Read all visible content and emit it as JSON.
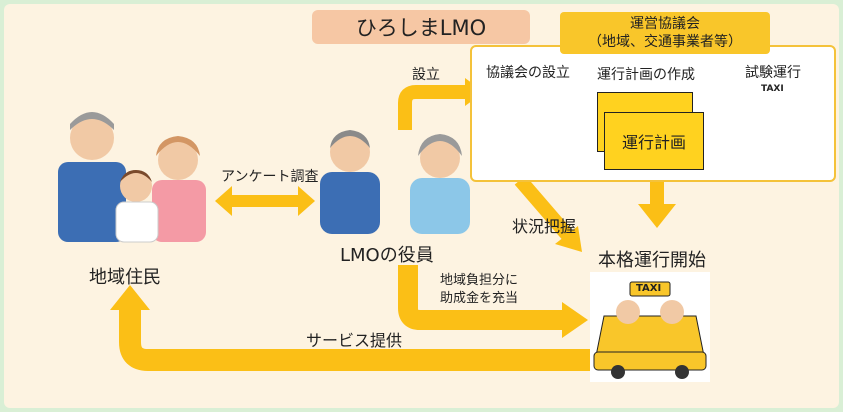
{
  "title": "ひろしまLMO",
  "council": {
    "title": "運営協議会",
    "subtitle": "（地域、交通事業者等）",
    "steps": [
      "協議会の設立",
      "運行計画の作成",
      "試験運行"
    ],
    "plan_doc_label": "運行計画",
    "taxi_sign": "TAXI"
  },
  "residents_label": "地域住民",
  "officers_label": "LMOの役員",
  "arrows": {
    "survey": "アンケート調査",
    "setup": "設立",
    "status": "状況把握",
    "subsidy": "地域負担分に\n助成金を充当",
    "service": "サービス提供"
  },
  "full_operation_label": "本格運行開始",
  "colors": {
    "arrow": "#fbbf16",
    "panel_bg": "#fdf3e1",
    "outer_bg": "#d9efd5",
    "title_bg": "#f6c7a4",
    "council_bg": "#f9c62a"
  }
}
